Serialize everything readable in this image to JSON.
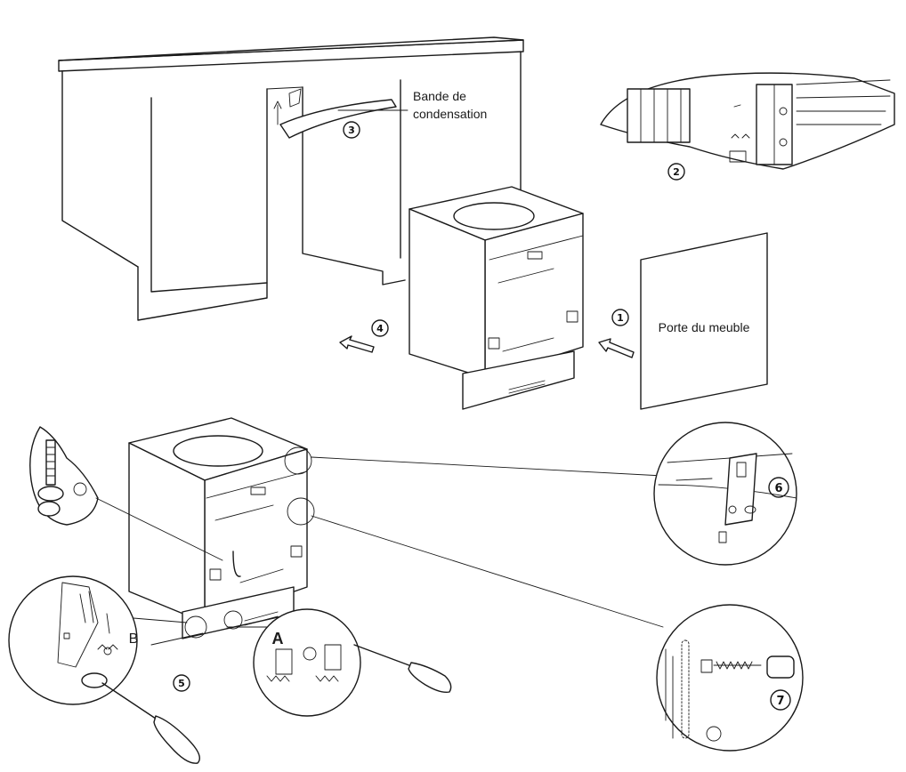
{
  "labels": {
    "condensation_line1": "Bande de",
    "condensation_line2": "condensation",
    "door": "Porte du meuble",
    "marker_a": "A",
    "marker_b": "B"
  },
  "steps": {
    "s1": "1",
    "s2": "2",
    "s3": "3",
    "s4": "4",
    "s5": "5",
    "s6": "6",
    "s7": "7"
  },
  "colors": {
    "line": "#1a1a1a",
    "background": "#ffffff"
  }
}
